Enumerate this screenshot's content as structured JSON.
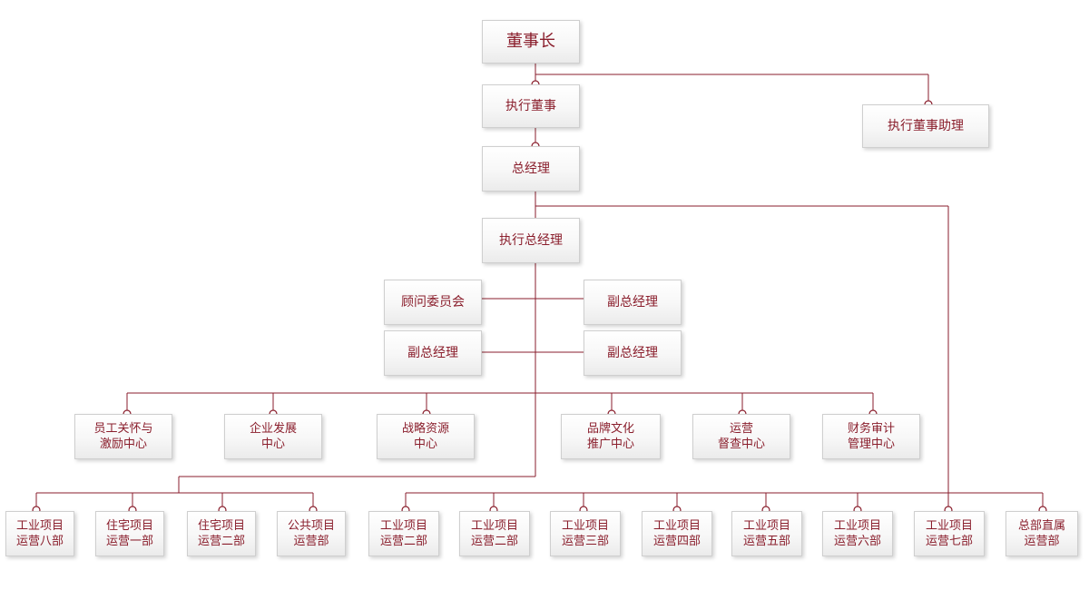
{
  "org": {
    "chairman": "董事长",
    "executive_director": "执行董事",
    "executive_director_assistant": "执行董事助理",
    "general_manager": "总经理",
    "executive_general_manager": "执行总经理",
    "advisory_committee": "顾问委员会",
    "deputy_gm_1": "副总经理",
    "deputy_gm_2": "副总经理",
    "deputy_gm_3": "副总经理",
    "centers": [
      "员工关怀与\n激励中心",
      "企业发展\n中心",
      "战略资源\n中心",
      "品牌文化\n推广中心",
      "运营\n督查中心",
      "财务审计\n管理中心"
    ],
    "departments": [
      "工业项目\n运营八部",
      "住宅项目\n运营一部",
      "住宅项目\n运营二部",
      "公共项目\n运营部",
      "工业项目\n运营二部",
      "工业项目\n运营二部",
      "工业项目\n运营三部",
      "工业项目\n运营四部",
      "工业项目\n运营五部",
      "工业项目\n运营六部",
      "工业项目\n运营七部",
      "总部直属\n运营部"
    ]
  }
}
